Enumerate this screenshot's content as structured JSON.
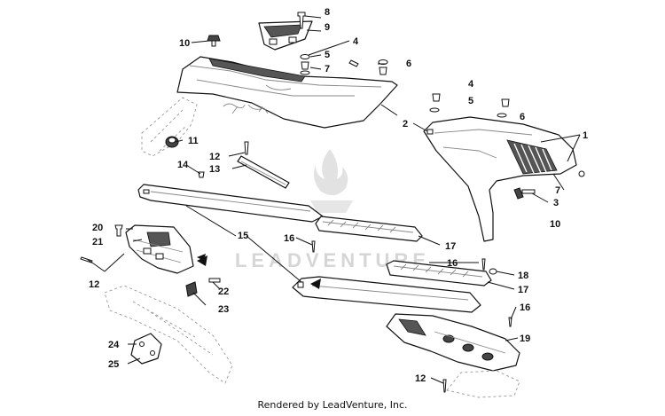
{
  "callouts": {
    "c1": "1",
    "c2": "2",
    "c3": "3",
    "c4a": "4",
    "c4b": "4",
    "c5a": "5",
    "c5b": "5",
    "c6a": "6",
    "c6b": "6",
    "c7a": "7",
    "c7b": "7",
    "c8": "8",
    "c9": "9",
    "c10a": "10",
    "c10b": "10",
    "c11": "11",
    "c12a": "12",
    "c12b": "12",
    "c12c": "12",
    "c13": "13",
    "c14": "14",
    "c15": "15",
    "c16a": "16",
    "c16b": "16",
    "c16c": "16",
    "c17a": "17",
    "c17b": "17",
    "c18": "18",
    "c19": "19",
    "c20": "20",
    "c21": "21",
    "c22": "22",
    "c23": "23",
    "c24": "24",
    "c25": "25"
  },
  "watermark": {
    "text": "LEADVENTURE"
  },
  "footer": {
    "text": "Rendered by LeadVenture, Inc."
  }
}
